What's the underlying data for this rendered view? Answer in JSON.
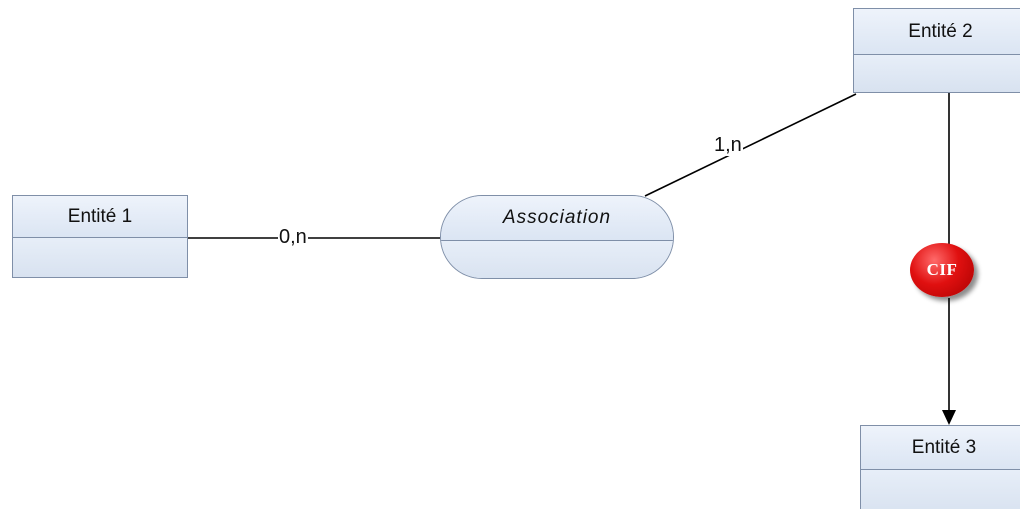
{
  "entities": {
    "entite1": "Entité 1",
    "entite2": "Entité 2",
    "entite3": "Entité 3"
  },
  "association": {
    "name": "Association"
  },
  "cardinalities": {
    "left": "0,n",
    "upper": "1,n"
  },
  "constraint": {
    "label": "CIF",
    "color": "#e01010"
  },
  "colors": {
    "entity_fill": "#dce6f4",
    "border": "#7f8fa8",
    "link": "#000000"
  }
}
